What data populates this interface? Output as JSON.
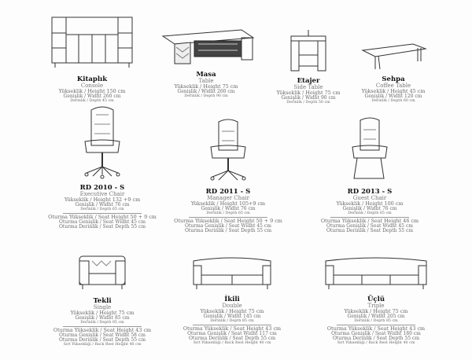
{
  "products": [
    {
      "image": "console-illustration",
      "name": "Kitaplık",
      "subtitle": "Console",
      "height": "Yükseklik / Height 150 cm",
      "width": "Genişlik / Widht 260 cm",
      "depth": "Derinlik / Depth  45 cm"
    },
    {
      "image": "desk-illustration",
      "name": "Masa",
      "subtitle": "Table",
      "height": "Yükseklik / Height 75 cm",
      "width": "Genişlik  / Widht  260 cm",
      "depth": "Derinlik / Depth  90 cm"
    },
    {
      "image": "side-table-illustration",
      "name": "Etajer",
      "subtitle": "Side Table",
      "height": "Yükseklik / Height 75 cm",
      "width": "Genişlik / Widht 90 cm",
      "depth": "Derinlik / Depth  50 cm"
    },
    {
      "image": "coffee-table-illustration",
      "name": "Sehpa",
      "subtitle": "Coffee Table",
      "height": "Yükseklik / Height 45 cm",
      "width": "Genişlik / Widht 120 cm",
      "depth": "Derinlik / Depth 60 cm"
    },
    {
      "image": "executive-chair-illustration",
      "name": "RD 2010 - S",
      "subtitle": "Executive Chair",
      "height": "Yükseklik / Height 132 +9 cm",
      "width": "Genişlik / Widht  76 cm",
      "depth": "Derinlik / Depth 65 cm",
      "seat": [
        "Oturma Yükseklik / Seat Height 50 + 9 cm",
        "Oturma Genişlik / Seat Widht 45 cm",
        "Oturma Derinlik / Seat Depth 55 cm"
      ]
    },
    {
      "image": "manager-chair-illustration",
      "name": "RD 2011 - S",
      "subtitle": "Manager Chair",
      "height": "Yükseklik / Height 105+9 cm",
      "width": "Genişlik / Widht 76 cm",
      "depth": "Derinlik / Depth 65 cm",
      "seat": [
        "Oturma Yükseklik / Seat Height 50 + 9 cm",
        "Oturma Genişlik / Seat Widht 45 cm",
        "Oturma Derinlik / Seat Depth 55 cm"
      ]
    },
    {
      "image": "guest-chair-illustration",
      "name": "RD 2013 - S",
      "subtitle": "Guest Chair",
      "height": "Yükseklik / Height 100 cm",
      "width": "Genişlik / Widht  76 cm",
      "depth": "Derinlik / Depth 65 cm",
      "seat": [
        "Oturma Yükseklik / Seat Height 46 cm",
        "Oturma Genişlik / Seat Widht 45 cm",
        "Oturma Derinlik / Seat Depth 55 cm"
      ]
    },
    {
      "image": "single-sofa-illustration",
      "name": "Tekli",
      "subtitle": "Single",
      "height": "Yükseklik / Height 75 cm",
      "width": "Genişlik / Widht 85 cm",
      "depth": "Derinlik / Depth 85 cm",
      "seat": [
        "Oturma Yükseklik / Seat Height 43 cm",
        "Oturma Genişlik / Seat Widht 58 cm",
        "Oturma Derinlik / Seat Depth 55 cm",
        "Sırt Yüksekliği / Back Rest Height 40 cm"
      ]
    },
    {
      "image": "double-sofa-illustration",
      "name": "İkili",
      "subtitle": "Double",
      "height": "Yükseklik / Height 75 cm",
      "width": "Genişlik / Widht 145 cm",
      "depth": "Derinlik / Depth  85 cm",
      "seat": [
        "Oturma Yükseklik / Seat Height 43 cm",
        "Oturma Genişlik / Seat Widht 117 cm",
        "Oturma Derinlik / Seat Depth  55 cm",
        "Sırt Yüksekliği  / Back Rest Height 40 cm"
      ]
    },
    {
      "image": "triple-sofa-illustration",
      "name": "Üçlü",
      "subtitle": "Triple",
      "height": "Yükseklik / Height 75 cm",
      "width": "Genişlik / Widht 205 cm",
      "depth": "Derinlik / Depth 85 cm",
      "seat": [
        "Oturma Yükseklik / Seat Height 43 cm",
        "Oturma Genişlik / Seat Widht 180 cm",
        "Oturma Derinlik / Seat Depth 55 cm",
        "Sırt Yüksekliği / Back Rest Height 40 cm"
      ]
    }
  ]
}
